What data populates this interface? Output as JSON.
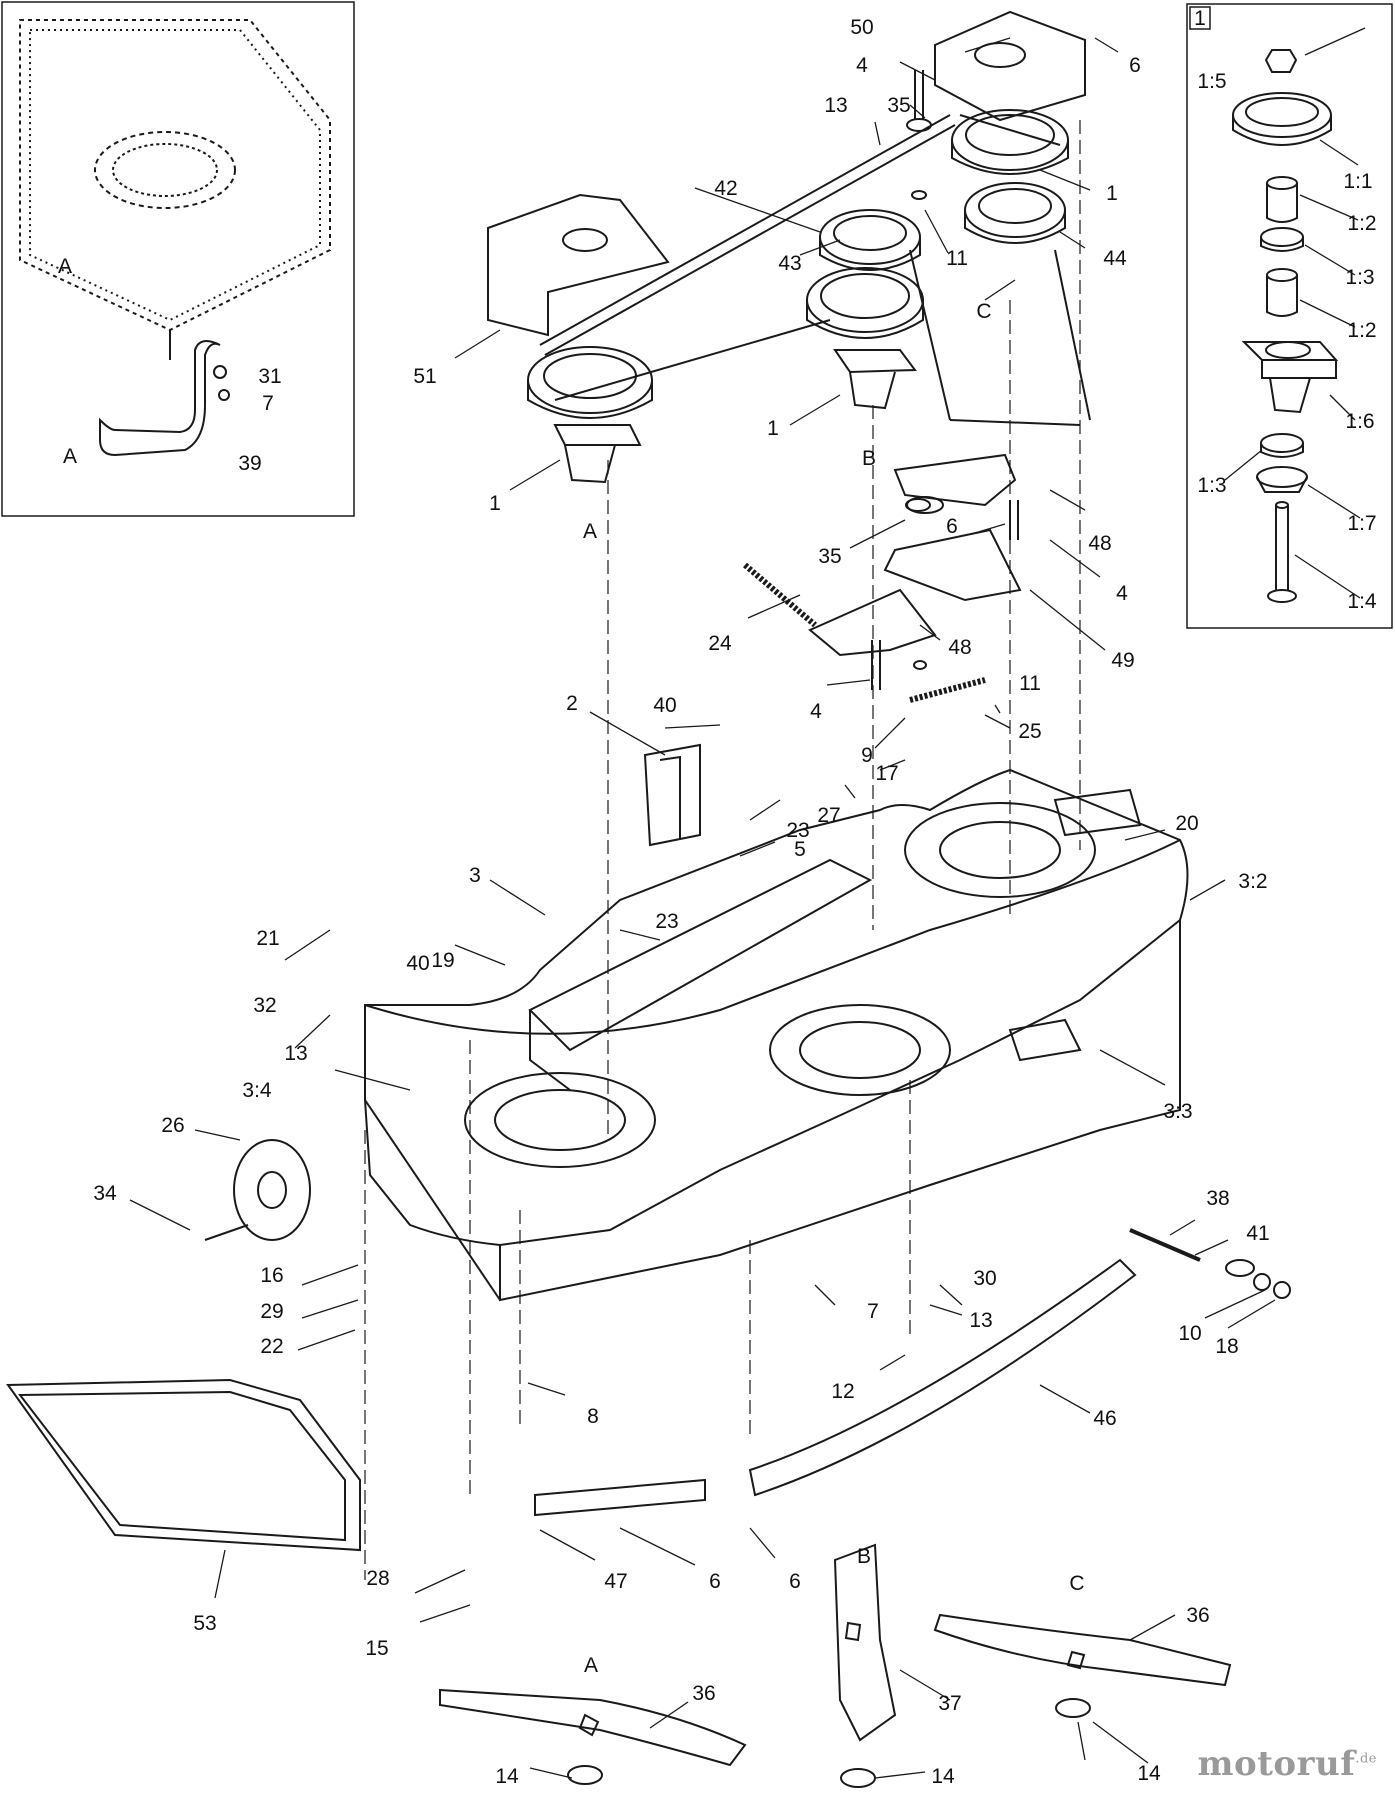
{
  "inset_right": {
    "tag": "1"
  },
  "inset_left": {
    "refs": [
      "A",
      "A",
      "31",
      "7",
      "39"
    ]
  },
  "callouts": [
    "50",
    "4",
    "6",
    "35",
    "13",
    "1",
    "42",
    "11",
    "44",
    "43",
    "C",
    "51",
    "1",
    "B",
    "1",
    "A",
    "48",
    "35",
    "6",
    "4",
    "24",
    "48",
    "49",
    "4",
    "11",
    "2",
    "40",
    "25",
    "9",
    "17",
    "23",
    "27",
    "5",
    "20",
    "3:2",
    "3",
    "21",
    "23",
    "19",
    "32",
    "40",
    "13",
    "3:4",
    "3:3",
    "26",
    "34",
    "38",
    "16",
    "41",
    "29",
    "30",
    "7",
    "13",
    "10",
    "18",
    "22",
    "12",
    "8",
    "46",
    "6",
    "47",
    "6",
    "28",
    "15",
    "53",
    "B",
    "C",
    "36",
    "37",
    "A",
    "36",
    "14",
    "14",
    "14"
  ],
  "inset_right_callouts": [
    "1:5",
    "1:1",
    "1:2",
    "1:3",
    "1:2",
    "1:6",
    "1:3",
    "1:7",
    "1:4"
  ],
  "watermark": {
    "brand": "motoruf",
    "suffix": ".de"
  },
  "colors": {
    "line": "#1a1a1a",
    "fill": "#ffffff"
  }
}
